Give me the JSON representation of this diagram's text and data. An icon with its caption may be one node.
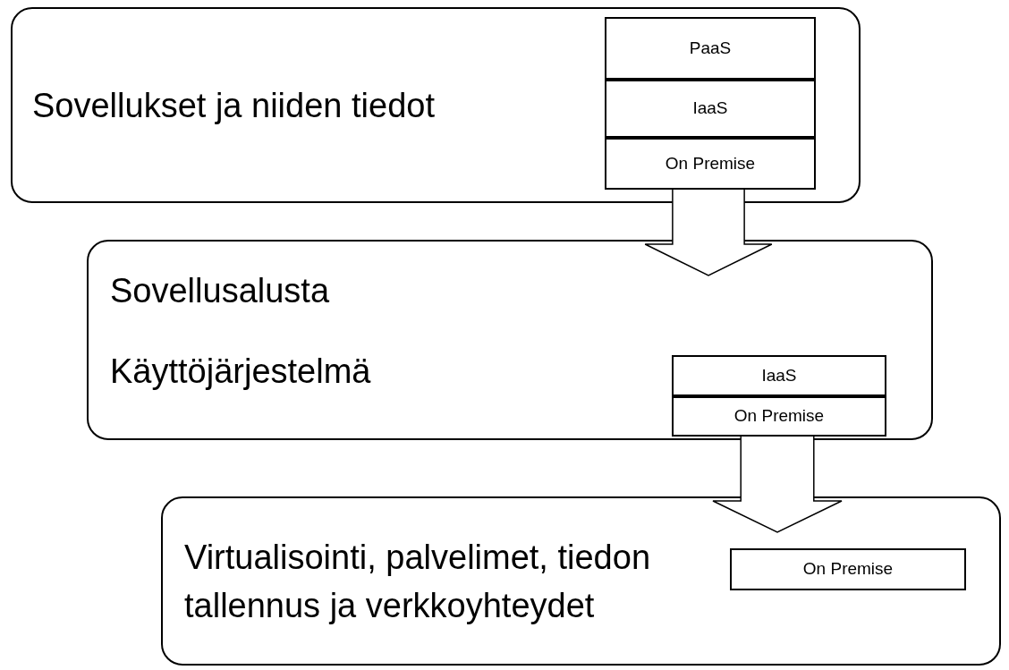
{
  "diagram": {
    "nodes": [
      {
        "text": [
          "Sovellukset ja niiden tiedot"
        ]
      },
      {
        "text": [
          "PaaS"
        ],
        "in": 0
      },
      {
        "text": [
          "IaaS"
        ],
        "in": 0
      },
      {
        "text": [
          "On Premise"
        ],
        "in": 0
      },
      {
        "text": [
          "Sovellusalusta",
          "Käyttöjärjestelmä"
        ]
      },
      {
        "text": [
          "IaaS"
        ],
        "in": 4
      },
      {
        "text": [
          "On Premise"
        ],
        "in": 4
      },
      {
        "text": [
          "Virtualisointi, palvelimet, tiedon tallennus ja verkkoyhteydet"
        ]
      },
      {
        "text": [
          "On Premise"
        ],
        "in": 7
      }
    ],
    "edges": [
      {
        "from": 3,
        "to": 4,
        "arrow": "to"
      },
      {
        "from": 6,
        "to": 7,
        "arrow": "to"
      }
    ]
  }
}
